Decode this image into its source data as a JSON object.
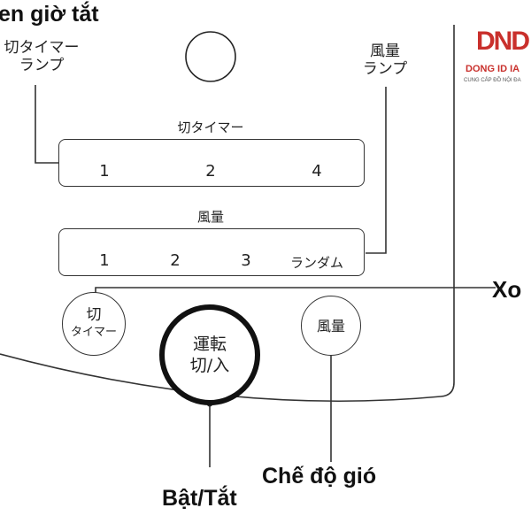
{
  "labels_vn": {
    "timer_title": "en giờ tắt",
    "oscillation": "Xo",
    "wind_mode": "Chế độ gió",
    "power": "Bật/Tắt"
  },
  "labels_jp": {
    "timer_lamp_line1": "切タイマー",
    "timer_lamp_line2": "ランプ",
    "wind_lamp_line1": "風量",
    "wind_lamp_line2": "ランプ"
  },
  "timer_panel": {
    "title": "切タイマー",
    "ticks": [
      "1",
      "2",
      "4"
    ]
  },
  "wind_panel": {
    "title": "風量",
    "ticks": [
      "1",
      "2",
      "3",
      "ランダム"
    ]
  },
  "buttons": {
    "timer_line1": "切",
    "timer_line2": "タイマー",
    "power_line1": "運転",
    "power_line2": "切/入",
    "wind": "風量"
  },
  "logo": {
    "mark": "DND",
    "brand": "DONG ID IA",
    "tagline": "CUNG CẤP ĐỒ NỘI ĐA"
  },
  "colors": {
    "ink": "#1a1a1a",
    "logo_red": "#c9302c"
  }
}
